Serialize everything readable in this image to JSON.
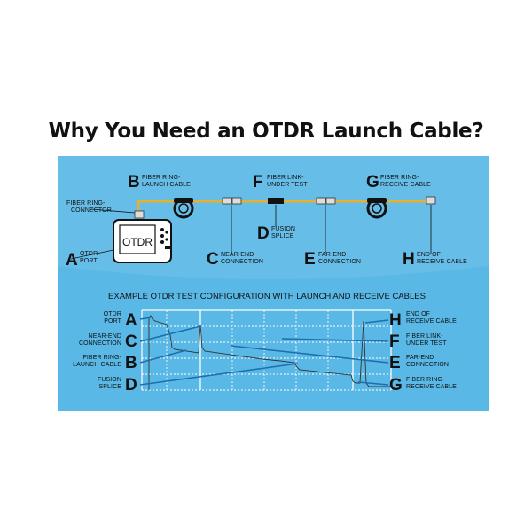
{
  "title": "Why You Need an OTDR Launch Cable?",
  "colors": {
    "background": "#5ab8e6",
    "cable": "#e6b030",
    "trace": "#1d6fb0",
    "grid": "#ffffff"
  },
  "device_label": "OTDR",
  "top": {
    "A": {
      "letter": "A",
      "line1": "OTDR",
      "line2": "PORT"
    },
    "B": {
      "letter": "B",
      "line1": "FIBER RING-",
      "line2": "LAUNCH CABLE"
    },
    "C": {
      "letter": "C",
      "line1": "NEAR-END",
      "line2": "CONNECTION"
    },
    "D": {
      "letter": "D",
      "line1": "FUSION",
      "line2": "SPLICE"
    },
    "E": {
      "letter": "E",
      "line1": "FAR-END",
      "line2": "CONNECTION"
    },
    "F": {
      "letter": "F",
      "line1": "FIBER LINK-",
      "line2": "UNDER TEST"
    },
    "G": {
      "letter": "G",
      "line1": "FIBER RING-",
      "line2": "RECEIVE CABLE"
    },
    "H": {
      "letter": "H",
      "line1": "END OF",
      "line2": "RECEIVE CABLE"
    },
    "connector": {
      "line1": "FIBER RING-",
      "line2": "CONNECTOR"
    }
  },
  "subtitle": "EXAMPLE OTDR TEST CONFIGURATION WITH LAUNCH AND RECEIVE CABLES",
  "left_legend": [
    {
      "letter": "A",
      "line1": "OTDR",
      "line2": "PORT"
    },
    {
      "letter": "C",
      "line1": "NEAR-END",
      "line2": "CONNECTION"
    },
    {
      "letter": "B",
      "line1": "FIBER RING-",
      "line2": "LAUNCH CABLE"
    },
    {
      "letter": "D",
      "line1": "FUSION",
      "line2": "SPLICE"
    }
  ],
  "right_legend": [
    {
      "letter": "H",
      "line1": "END OF",
      "line2": "RECEIVE CABLE"
    },
    {
      "letter": "F",
      "line1": "FIBER LINK-",
      "line2": "UNDER TEST"
    },
    {
      "letter": "E",
      "line1": "FAR-END",
      "line2": "CONNECTION"
    },
    {
      "letter": "G",
      "line1": "FIBER RING-",
      "line2": "RECEIVE CABLE"
    }
  ]
}
